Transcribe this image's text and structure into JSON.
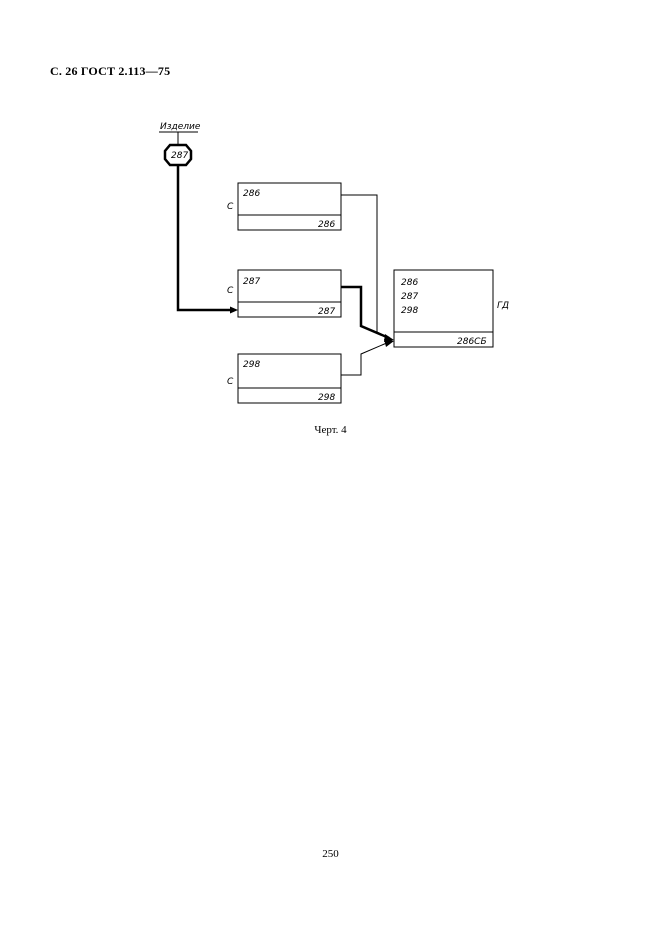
{
  "page": {
    "header": "С. 26 ГОСТ 2.113—75",
    "caption": "Черт. 4",
    "page_number": "250"
  },
  "diagram": {
    "product_label": "Изделие",
    "product_number": "287",
    "blocks": [
      {
        "side": "С",
        "content": [
          "286"
        ],
        "designation": "286"
      },
      {
        "side": "С",
        "content": [
          "287"
        ],
        "designation": "287"
      },
      {
        "side": "С",
        "content": [
          "298"
        ],
        "designation": "298"
      }
    ],
    "main_block": {
      "side": "ГД",
      "content": [
        "286",
        "287",
        "298"
      ],
      "designation": "286СБ"
    }
  }
}
